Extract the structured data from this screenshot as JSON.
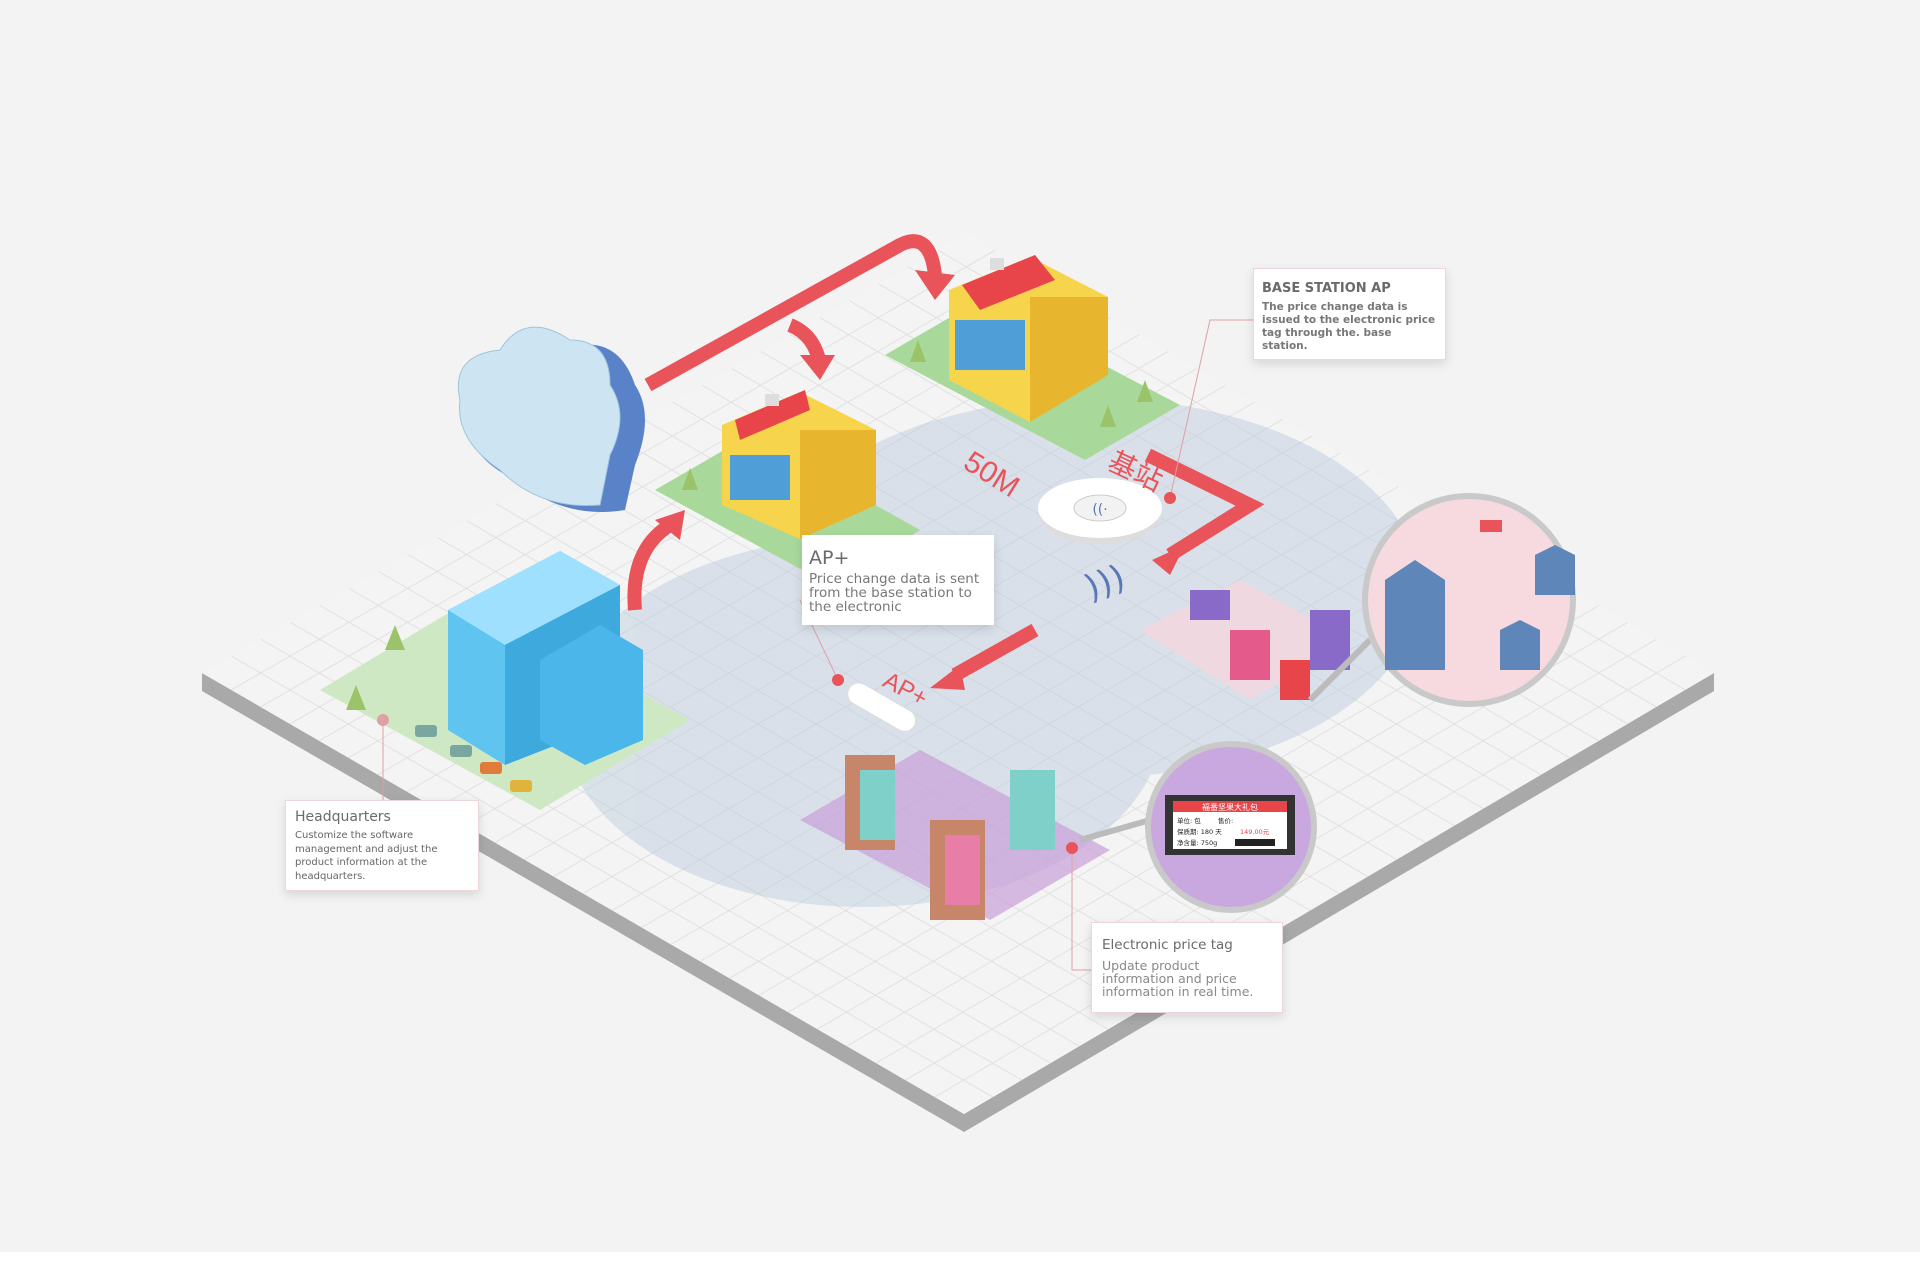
{
  "cards": {
    "base_station": {
      "title": "BASE STATION AP",
      "body": "The price change data is issued to the electronic price tag through the. base station."
    },
    "headquarters": {
      "title": "Headquarters",
      "body": "Customize the software management and adjust the product information at the headquarters."
    },
    "price_tag": {
      "title": "Electronic price tag",
      "body": "Update product information and price information in real time."
    },
    "ap_plus": {
      "title": "AP+",
      "body": "Price change data is sent from the base station to the electronic"
    }
  },
  "labels": {
    "range": "50M",
    "base_station_cn": "基站",
    "ap_plus": "AP+"
  },
  "tag_display": {
    "name": "福番坚果大礼包",
    "unit": "单位: 包",
    "price_label": "售价:",
    "shelf_life": "保质期: 180 天",
    "price": "149.00元",
    "net_weight": "净含量: 750g"
  },
  "colors": {
    "accent": "#e8545a",
    "signal": "#b9c9dc",
    "building": "#5fc4f0"
  }
}
